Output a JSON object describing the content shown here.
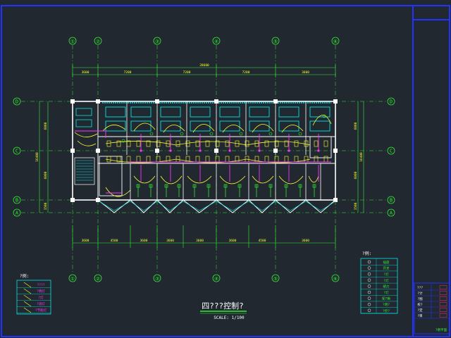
{
  "drawing": {
    "title": "四???控制?",
    "scale": "SCALE: 1/100",
    "colors": {
      "background": "#212830",
      "frame": "#2233ff",
      "grid": "#33ee33",
      "wall": "#ffffff",
      "window": "#00e5e5",
      "wiring": "#ffff33",
      "circuit": "#ff33ff",
      "fixture": "#33ff33"
    }
  },
  "grid_columns_top": [
    "①",
    "②",
    "③",
    "④",
    "⑤",
    "⑥"
  ],
  "grid_columns_bottom": [
    "①",
    "②",
    "③",
    "④",
    "⑤",
    "⑥"
  ],
  "grid_rows_left": [
    "D",
    "C",
    "B",
    "A"
  ],
  "grid_rows_right": [
    "D",
    "C",
    "B",
    "A"
  ],
  "dims_top": {
    "overall": "28600",
    "segments": [
      "3600",
      "7200",
      "7200",
      "7200",
      "3600"
    ]
  },
  "dims_bottom": {
    "segments": [
      "3600",
      "4500",
      "3600",
      "3600",
      "3600",
      "3600",
      "4500",
      "3600"
    ]
  },
  "dims_left": {
    "overall": "16400",
    "segments": [
      "6000",
      "6000",
      "1500"
    ]
  },
  "dims_right": {
    "overall": "16400",
    "segments": [
      "6000",
      "6000",
      "1500"
    ]
  },
  "legend_left": {
    "title": "?例:",
    "items": [
      "????",
      "?明灯",
      "?灯",
      "?道灯",
      "?节能灯"
    ]
  },
  "legend_right": {
    "title": "?例:",
    "items": [
      "插座",
      "开关",
      "?灯",
      "?灯",
      "壁灯",
      "?灯",
      "配?箱",
      "?明?",
      "?控?"
    ]
  },
  "title_block": {
    "rows": [
      "???",
      "?计",
      "?图",
      "校?",
      "?定",
      "?目"
    ],
    "drawing_name": "?明平面"
  }
}
